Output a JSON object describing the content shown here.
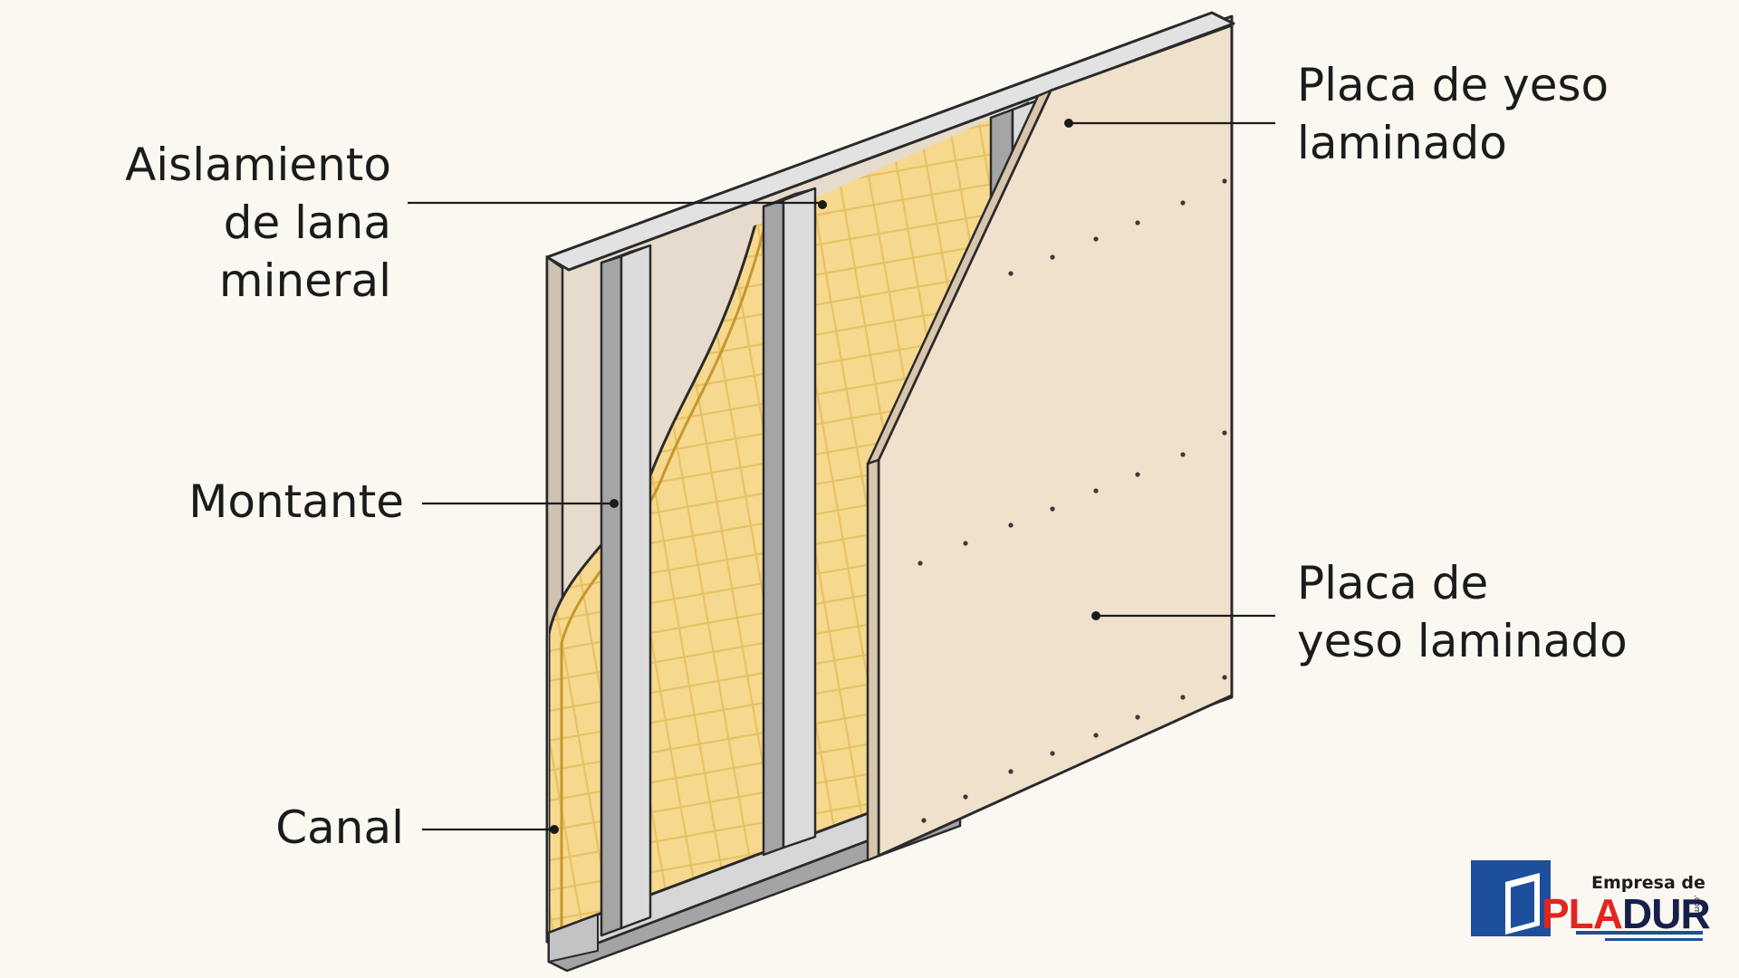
{
  "labels": {
    "insulation": [
      "Aislamiento",
      "de lana",
      "mineral"
    ],
    "stud": "Montante",
    "channel": "Canal",
    "board_top": [
      "Placa de yeso",
      "laminado"
    ],
    "board_bottom": [
      "Placa de",
      "yeso laminado"
    ]
  },
  "logo": {
    "tagline": "Empresa de",
    "brand_part1": "PLA",
    "brand_part2": "DUR",
    "tld": ".com"
  },
  "colors": {
    "background": "#fbf8f1",
    "board": "#efe1cc",
    "board_edge": "#d7c6ad",
    "insulation": "#f6d98e",
    "insulation_mesh": "#e9c46a",
    "metal_light": "#d8d8d8",
    "metal_dark": "#9c9c9c",
    "outline": "#2a2a2a",
    "logo_blue": "#1e4f9c",
    "logo_red": "#e32421",
    "logo_navy": "#16204a"
  }
}
